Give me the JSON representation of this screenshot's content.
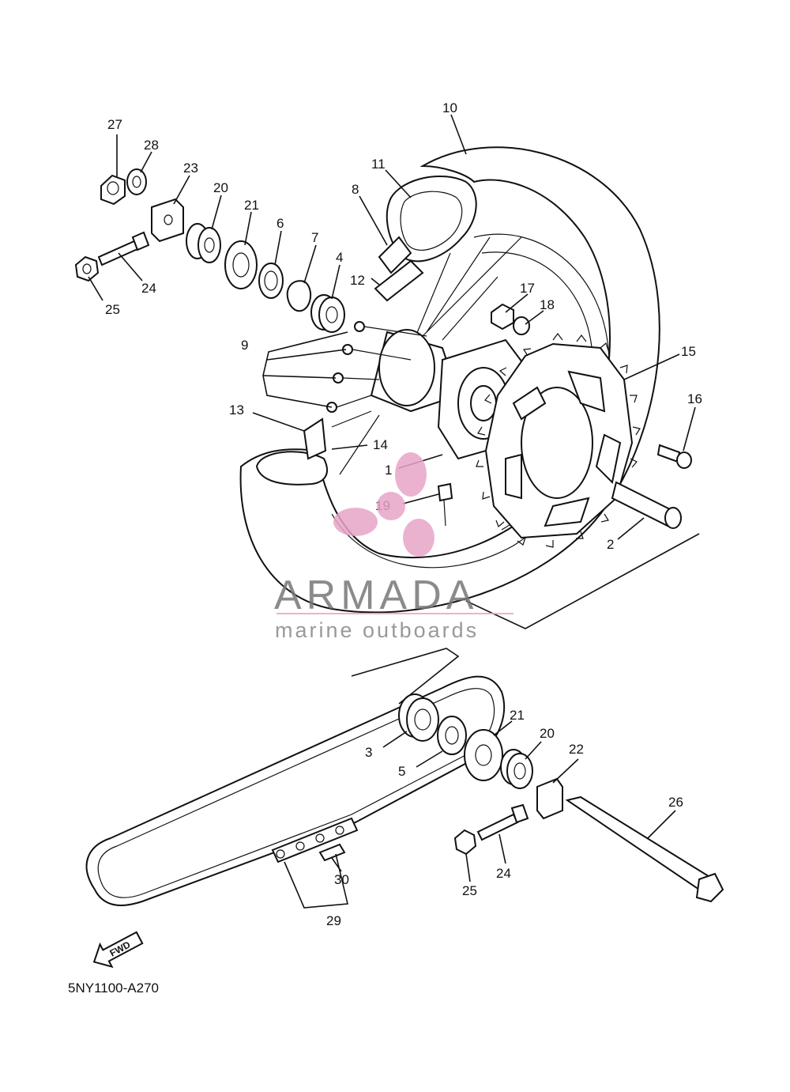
{
  "diagram": {
    "code": "5NY1100-A270",
    "fwd_label": "FWD",
    "watermark": {
      "title": "ARMADA",
      "subtitle": "marine outboards",
      "accent": "#e8a5c8"
    },
    "callouts": [
      "10",
      "11",
      "8",
      "12",
      "27",
      "28",
      "23",
      "20",
      "21",
      "6",
      "7",
      "4",
      "24",
      "25",
      "17",
      "18",
      "9",
      "15",
      "16",
      "13",
      "14",
      "1",
      "19",
      "2",
      "3",
      "5",
      "21",
      "20",
      "22",
      "26",
      "24",
      "25",
      "30",
      "29"
    ]
  }
}
